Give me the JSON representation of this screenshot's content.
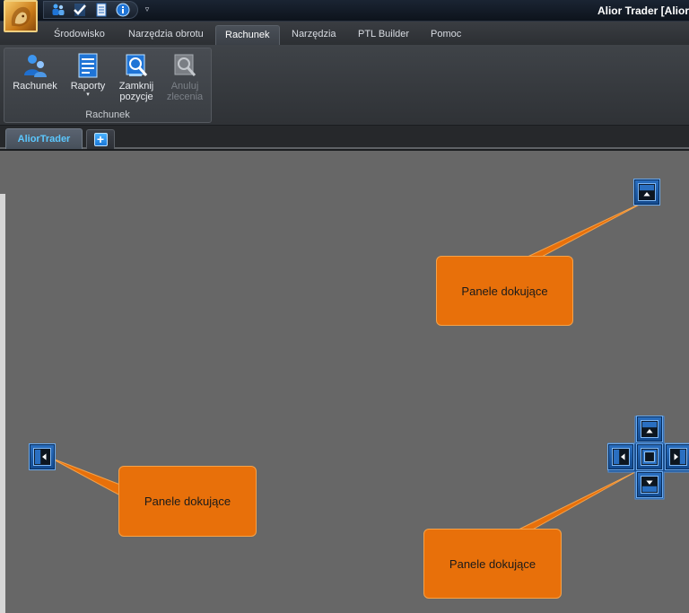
{
  "titlebar": {
    "app_title": "Alior Trader [Alior",
    "quick_access": [
      {
        "icon": "users-icon"
      },
      {
        "icon": "checkmark-icon"
      },
      {
        "icon": "document-list-icon"
      },
      {
        "icon": "info-icon"
      }
    ],
    "more_glyph": "▿"
  },
  "ribbon_tabs": [
    {
      "label": "Środowisko"
    },
    {
      "label": "Narzędzia obrotu"
    },
    {
      "label": "Rachunek",
      "active": true
    },
    {
      "label": "Narzędzia"
    },
    {
      "label": "PTL Builder"
    },
    {
      "label": "Pomoc"
    }
  ],
  "ribbon": {
    "group_label": "Rachunek",
    "buttons": [
      {
        "label": "Rachunek",
        "icon": "account-users-icon",
        "enabled": true
      },
      {
        "label": "Raporty",
        "icon": "reports-icon",
        "enabled": true,
        "dropdown_glyph": "▾"
      },
      {
        "label_line1": "Zamknij",
        "label_line2": "pozycje",
        "icon": "close-positions-icon",
        "enabled": true
      },
      {
        "label_line1": "Anuluj",
        "label_line2": "zlecenia",
        "icon": "cancel-orders-icon",
        "enabled": false
      }
    ]
  },
  "doc_tabs": {
    "tabs": [
      {
        "label": "AliorTrader",
        "active": true
      }
    ],
    "add_glyph": "+"
  },
  "callouts": [
    {
      "text": "Panele dokujące"
    },
    {
      "text": "Panele dokujące"
    },
    {
      "text": "Panele dokujące"
    }
  ],
  "colors": {
    "accent": "#2a6fc1",
    "callout": "#e8700a",
    "workspace": "#676767",
    "tab_text": "#5cc8ff"
  }
}
